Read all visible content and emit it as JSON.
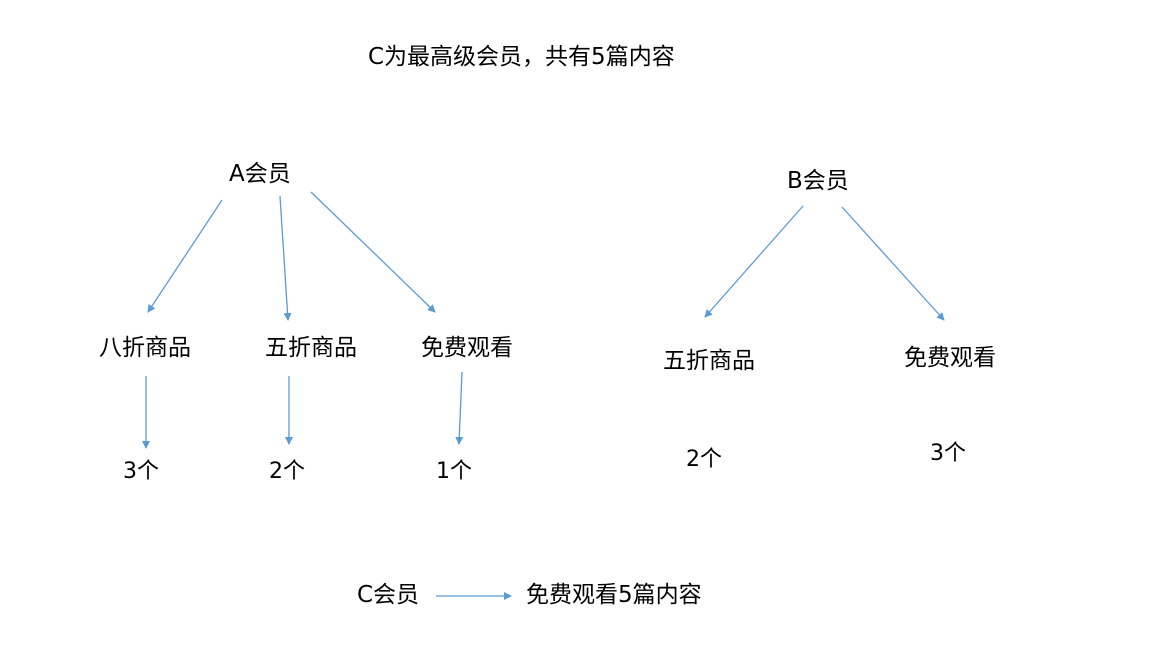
{
  "title": "C为最高级会员，共有5篇内容",
  "tree_a": {
    "root": "A会员",
    "children": [
      {
        "label": "八折商品",
        "count": "3个"
      },
      {
        "label": "五折商品",
        "count": "2个"
      },
      {
        "label": "免费观看",
        "count": "1个"
      }
    ]
  },
  "tree_b": {
    "root": "B会员",
    "children": [
      {
        "label": "五折商品",
        "count": "2个"
      },
      {
        "label": "免费观看",
        "count": "3个"
      }
    ]
  },
  "tree_c": {
    "root": "C会员",
    "target": "免费观看5篇内容"
  },
  "colors": {
    "arrow": "#5b9bd5",
    "text": "#000000"
  }
}
